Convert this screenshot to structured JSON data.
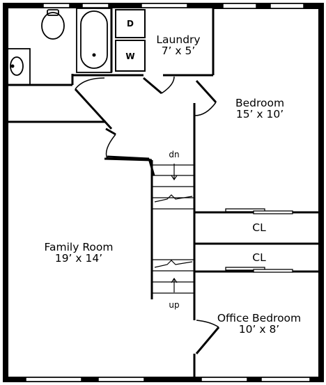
{
  "rooms": {
    "laundry": {
      "name": "Laundry",
      "size": "7’ x 5’"
    },
    "bedroom": {
      "name": "Bedroom",
      "size": "15’ x 10’"
    },
    "family": {
      "name": "Family Room",
      "size": "19’ x 14’"
    },
    "office": {
      "name": "Office Bedroom",
      "size": "10’ x 8’"
    },
    "closet_1": {
      "name": "CL"
    },
    "closet_2": {
      "name": "CL"
    }
  },
  "fixtures": {
    "dryer": "D",
    "washer": "W"
  },
  "stairs": {
    "down": "dn",
    "up": "up"
  },
  "colors": {
    "wall": "#000000",
    "paper": "#ffffff"
  }
}
